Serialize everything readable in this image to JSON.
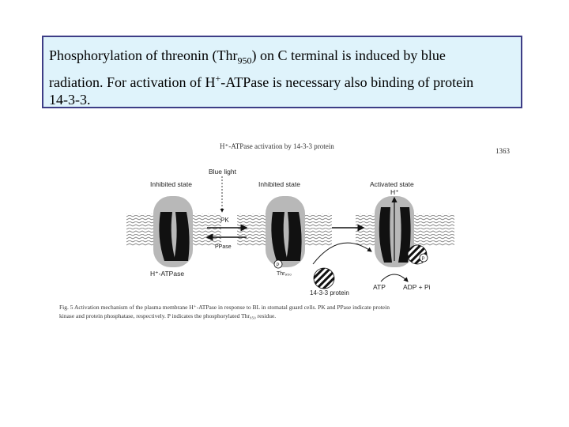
{
  "caption": {
    "line1_before_sub": "Phosphorylation of threonin (Thr",
    "line1_sub": "950",
    "line1_after_sub": ") on C terminal is induced by blue",
    "line2_before_sup": "radiation. For activation of H",
    "line2_sup": "+",
    "line2_after_sup": "-ATPase is necessary also binding of protein",
    "line3": "14-3-3."
  },
  "figure": {
    "header_title": "H⁺-ATPase activation by 14-3-3 protein",
    "page_number": "1363",
    "blue_light": "Blue light",
    "inhibited_state_1": "Inhibited state",
    "inhibited_state_2": "Inhibited state",
    "activated_state": "Activated state",
    "proton": "H⁺",
    "pk": "PK",
    "ppase": "PPase",
    "pump_label": "H⁺-ATPase",
    "p_mark_1": "P",
    "p_mark_2": "P",
    "thr_label": "Thr₉₅₀",
    "protein_label": "14-3-3 protein",
    "atp": "ATP",
    "adp_pi": "ADP + Pi",
    "fig_caption_line1": "Fig. 5   Activation mechanism of the plasma membrane H⁺-ATPase in response to BL in stomatal guard cells. PK and PPase indicate protein",
    "fig_caption_line2": "kinase and protein phosphatase, respectively. P indicates the phosphorylated Thr₉₅₀ residue."
  },
  "colors": {
    "box_background": "#dff3fb",
    "box_border": "#3d3d86",
    "pump_dark": "#111111",
    "pump_grey": "#b8b8b8"
  }
}
